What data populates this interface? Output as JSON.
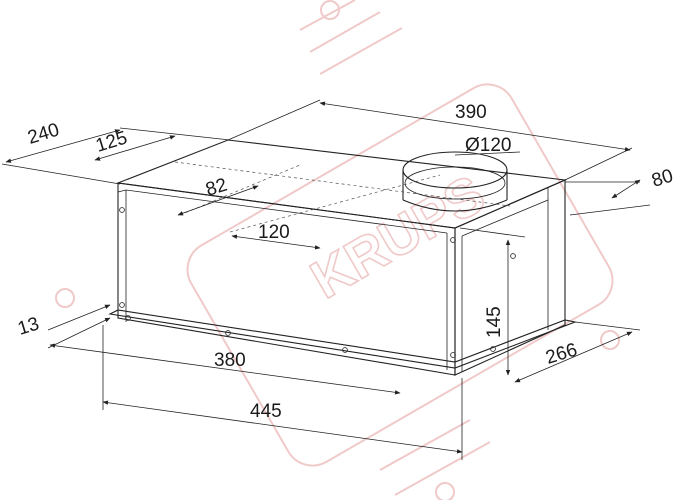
{
  "drawing": {
    "dimensions": {
      "depth_total": "240",
      "depth_offset": "125",
      "width_top": "390",
      "duct_diameter": "Ø120",
      "duct_offset_x": "82",
      "duct_offset_y": "120",
      "side_offset": "80",
      "lip": "13",
      "height": "145",
      "inner_width": "380",
      "outer_width": "445",
      "depth_bottom": "266"
    },
    "watermark": {
      "text": "KRUPS",
      "color": "#f0c9c9"
    }
  }
}
